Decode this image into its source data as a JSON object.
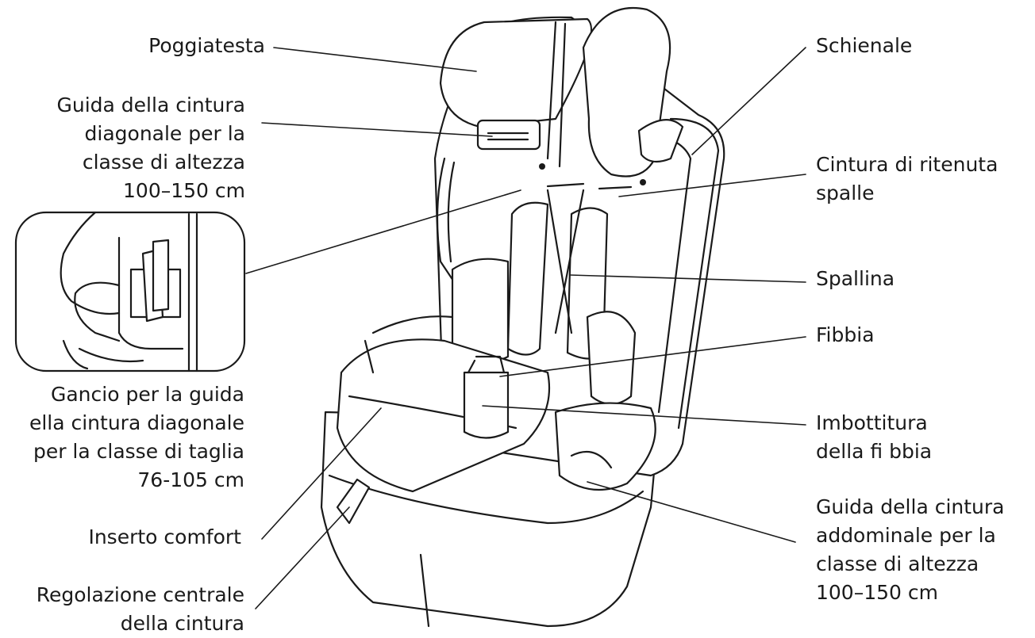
{
  "labels": {
    "poggiatesta": "Poggiatesta",
    "guida_diagonale": "Guida della cintura\ndiagonale per la\nclasse di altezza\n100–150 cm",
    "gancio": "Gancio per la guida\nella cintura diagonale\nper la classe di taglia\n76-105 cm",
    "inserto": "Inserto comfort",
    "regolazione": "Regolazione centrale\ndella cintura",
    "schienale": "Schienale",
    "cintura_ritenuta": "Cintura di ritenuta\nspalle",
    "spallina": "Spallina",
    "fibbia": "Fibbia",
    "imbottitura": "Imbottitura\ndella fi bbia",
    "guida_addominale": "Guida della cintura\naddominale per la\nclasse di altezza\n100–150 cm"
  },
  "colors": {
    "ink": "#1a1a1a",
    "background": "#ffffff"
  }
}
